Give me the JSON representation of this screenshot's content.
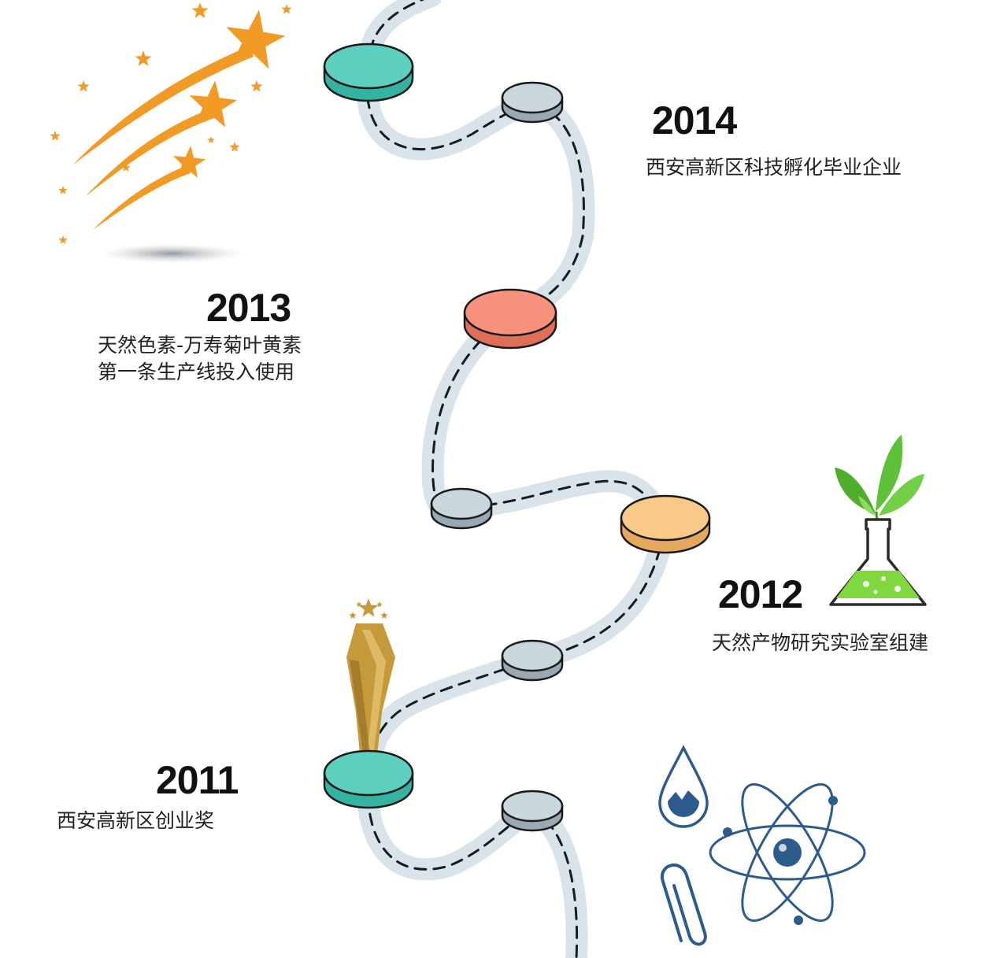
{
  "colors": {
    "track": "#d8e4ea",
    "dash": "#1a1a1a",
    "node_teal": "#5ccfbe",
    "node_teal_side": "#34b3a1",
    "node_gray": "#c9d6dc",
    "node_gray_side": "#9aa9b1",
    "node_salmon": "#f7927c",
    "node_salmon_side": "#de6f58",
    "node_peach": "#f8c987",
    "node_peach_side": "#e4a95f",
    "stars": "#f29a26",
    "trophy": "#c49a3c",
    "plant": "#5fc03a",
    "flask_liquid": "#7fd83e",
    "science_blue": "#2c5b8c"
  },
  "milestones": {
    "m2014": {
      "year": "2014",
      "lines": [
        "西安高新区科技孵化毕业企业"
      ]
    },
    "m2013": {
      "year": "2013",
      "lines": [
        "天然色素-万寿菊叶黄素",
        "第一条生产线投入使用"
      ]
    },
    "m2012": {
      "year": "2012",
      "lines": [
        "天然产物研究实验室组建"
      ]
    },
    "m2011": {
      "year": "2011",
      "lines": [
        "西安高新区创业奖"
      ]
    }
  },
  "icons": {
    "shooting_stars": "shooting-stars-icon",
    "flask_plant": "flask-plant-icon",
    "trophy": "trophy-icon",
    "science": "science-icon"
  }
}
